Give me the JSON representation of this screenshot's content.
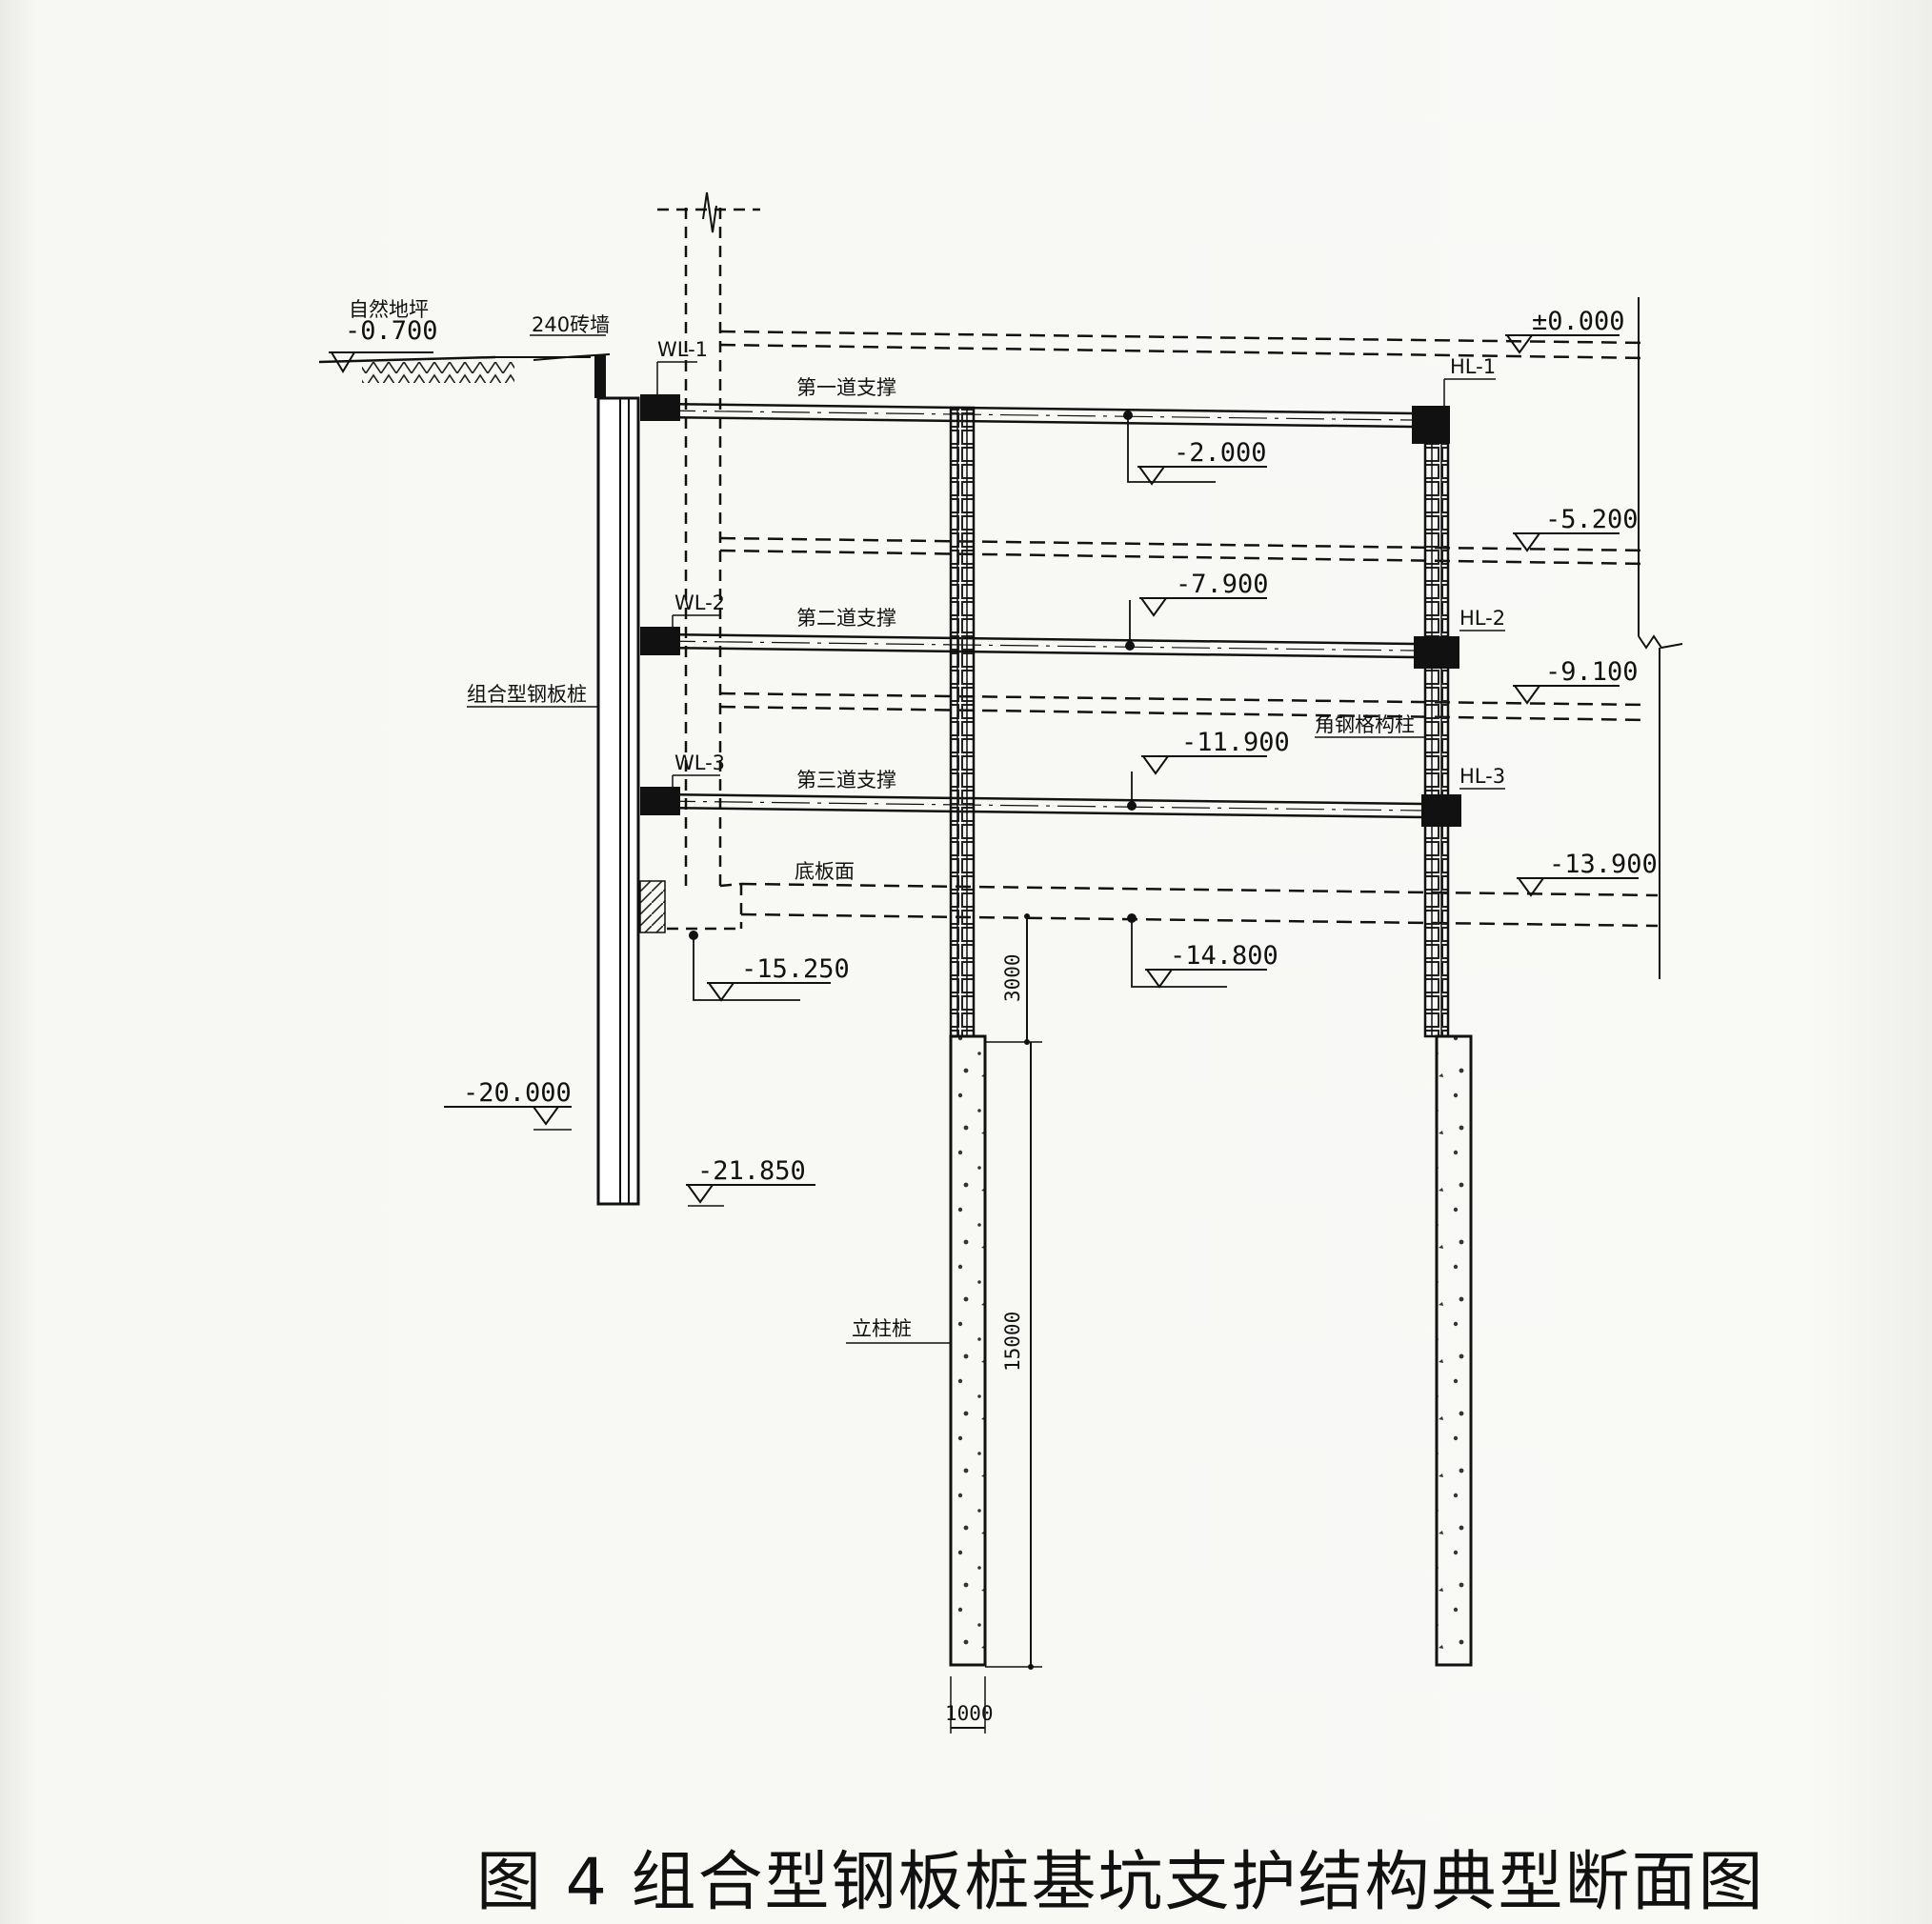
{
  "figure": {
    "caption": "图 4 组合型钢板桩基坑支护结构典型断面图"
  },
  "labels": {
    "natural_ground": "自然地坪",
    "brick_wall": "240砖墙",
    "wale_1": "WL-1",
    "wale_2": "WL-2",
    "wale_3": "WL-3",
    "beam_1": "HL-1",
    "beam_2": "HL-2",
    "beam_3": "HL-3",
    "strut_1": "第一道支撑",
    "strut_2": "第二道支撑",
    "strut_3": "第三道支撑",
    "sheet_pile": "组合型钢板桩",
    "lattice_column": "角钢格构柱",
    "slab_surface": "底板面",
    "column_pile": "立柱桩"
  },
  "elevations": {
    "ground": "-0.700",
    "zero": "±0.000",
    "strut1": "-2.000",
    "level_5200": "-5.200",
    "strut2": "-7.900",
    "level_9100": "-9.100",
    "strut3": "-11.900",
    "slab": "-13.900",
    "pit_bottom": "-14.800",
    "wall_bottom": "-15.250",
    "level_20000": "-20.000",
    "pile_toe": "-21.850"
  },
  "dimensions": {
    "d_3000": "3000",
    "d_15000": "15000",
    "d_pile_dia": "1000"
  }
}
